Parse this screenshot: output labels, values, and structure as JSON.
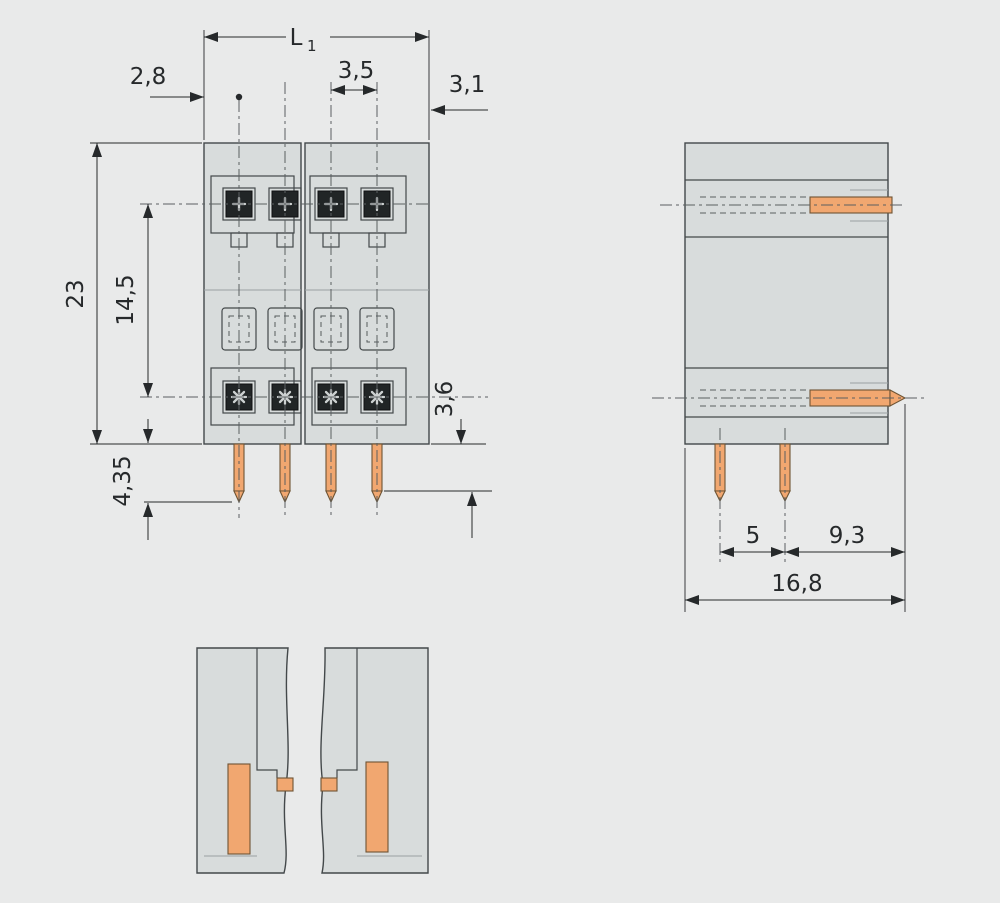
{
  "drawing": {
    "type": "connector-technical-drawing",
    "colors": {
      "background": "#e9eaea",
      "housing_fill": "#d8dcdc",
      "housing_stroke": "#43484a",
      "pin_orange": "#f1a770",
      "contact_dark": "#212526",
      "dimension_color": "#26292b"
    },
    "views": {
      "front": {
        "dims": {
          "l1_main": "L",
          "l1_sub": "1",
          "offset_left": "2,8",
          "pitch": "3,5",
          "offset_right": "3,1",
          "total_height": "23",
          "row_spacing": "14,5",
          "pin_shank": "3,6",
          "pin_length": "4,35"
        }
      },
      "side": {
        "dims": {
          "pin_spacing": "5",
          "tip_offset": "9,3",
          "total_depth": "16,8"
        }
      }
    }
  }
}
